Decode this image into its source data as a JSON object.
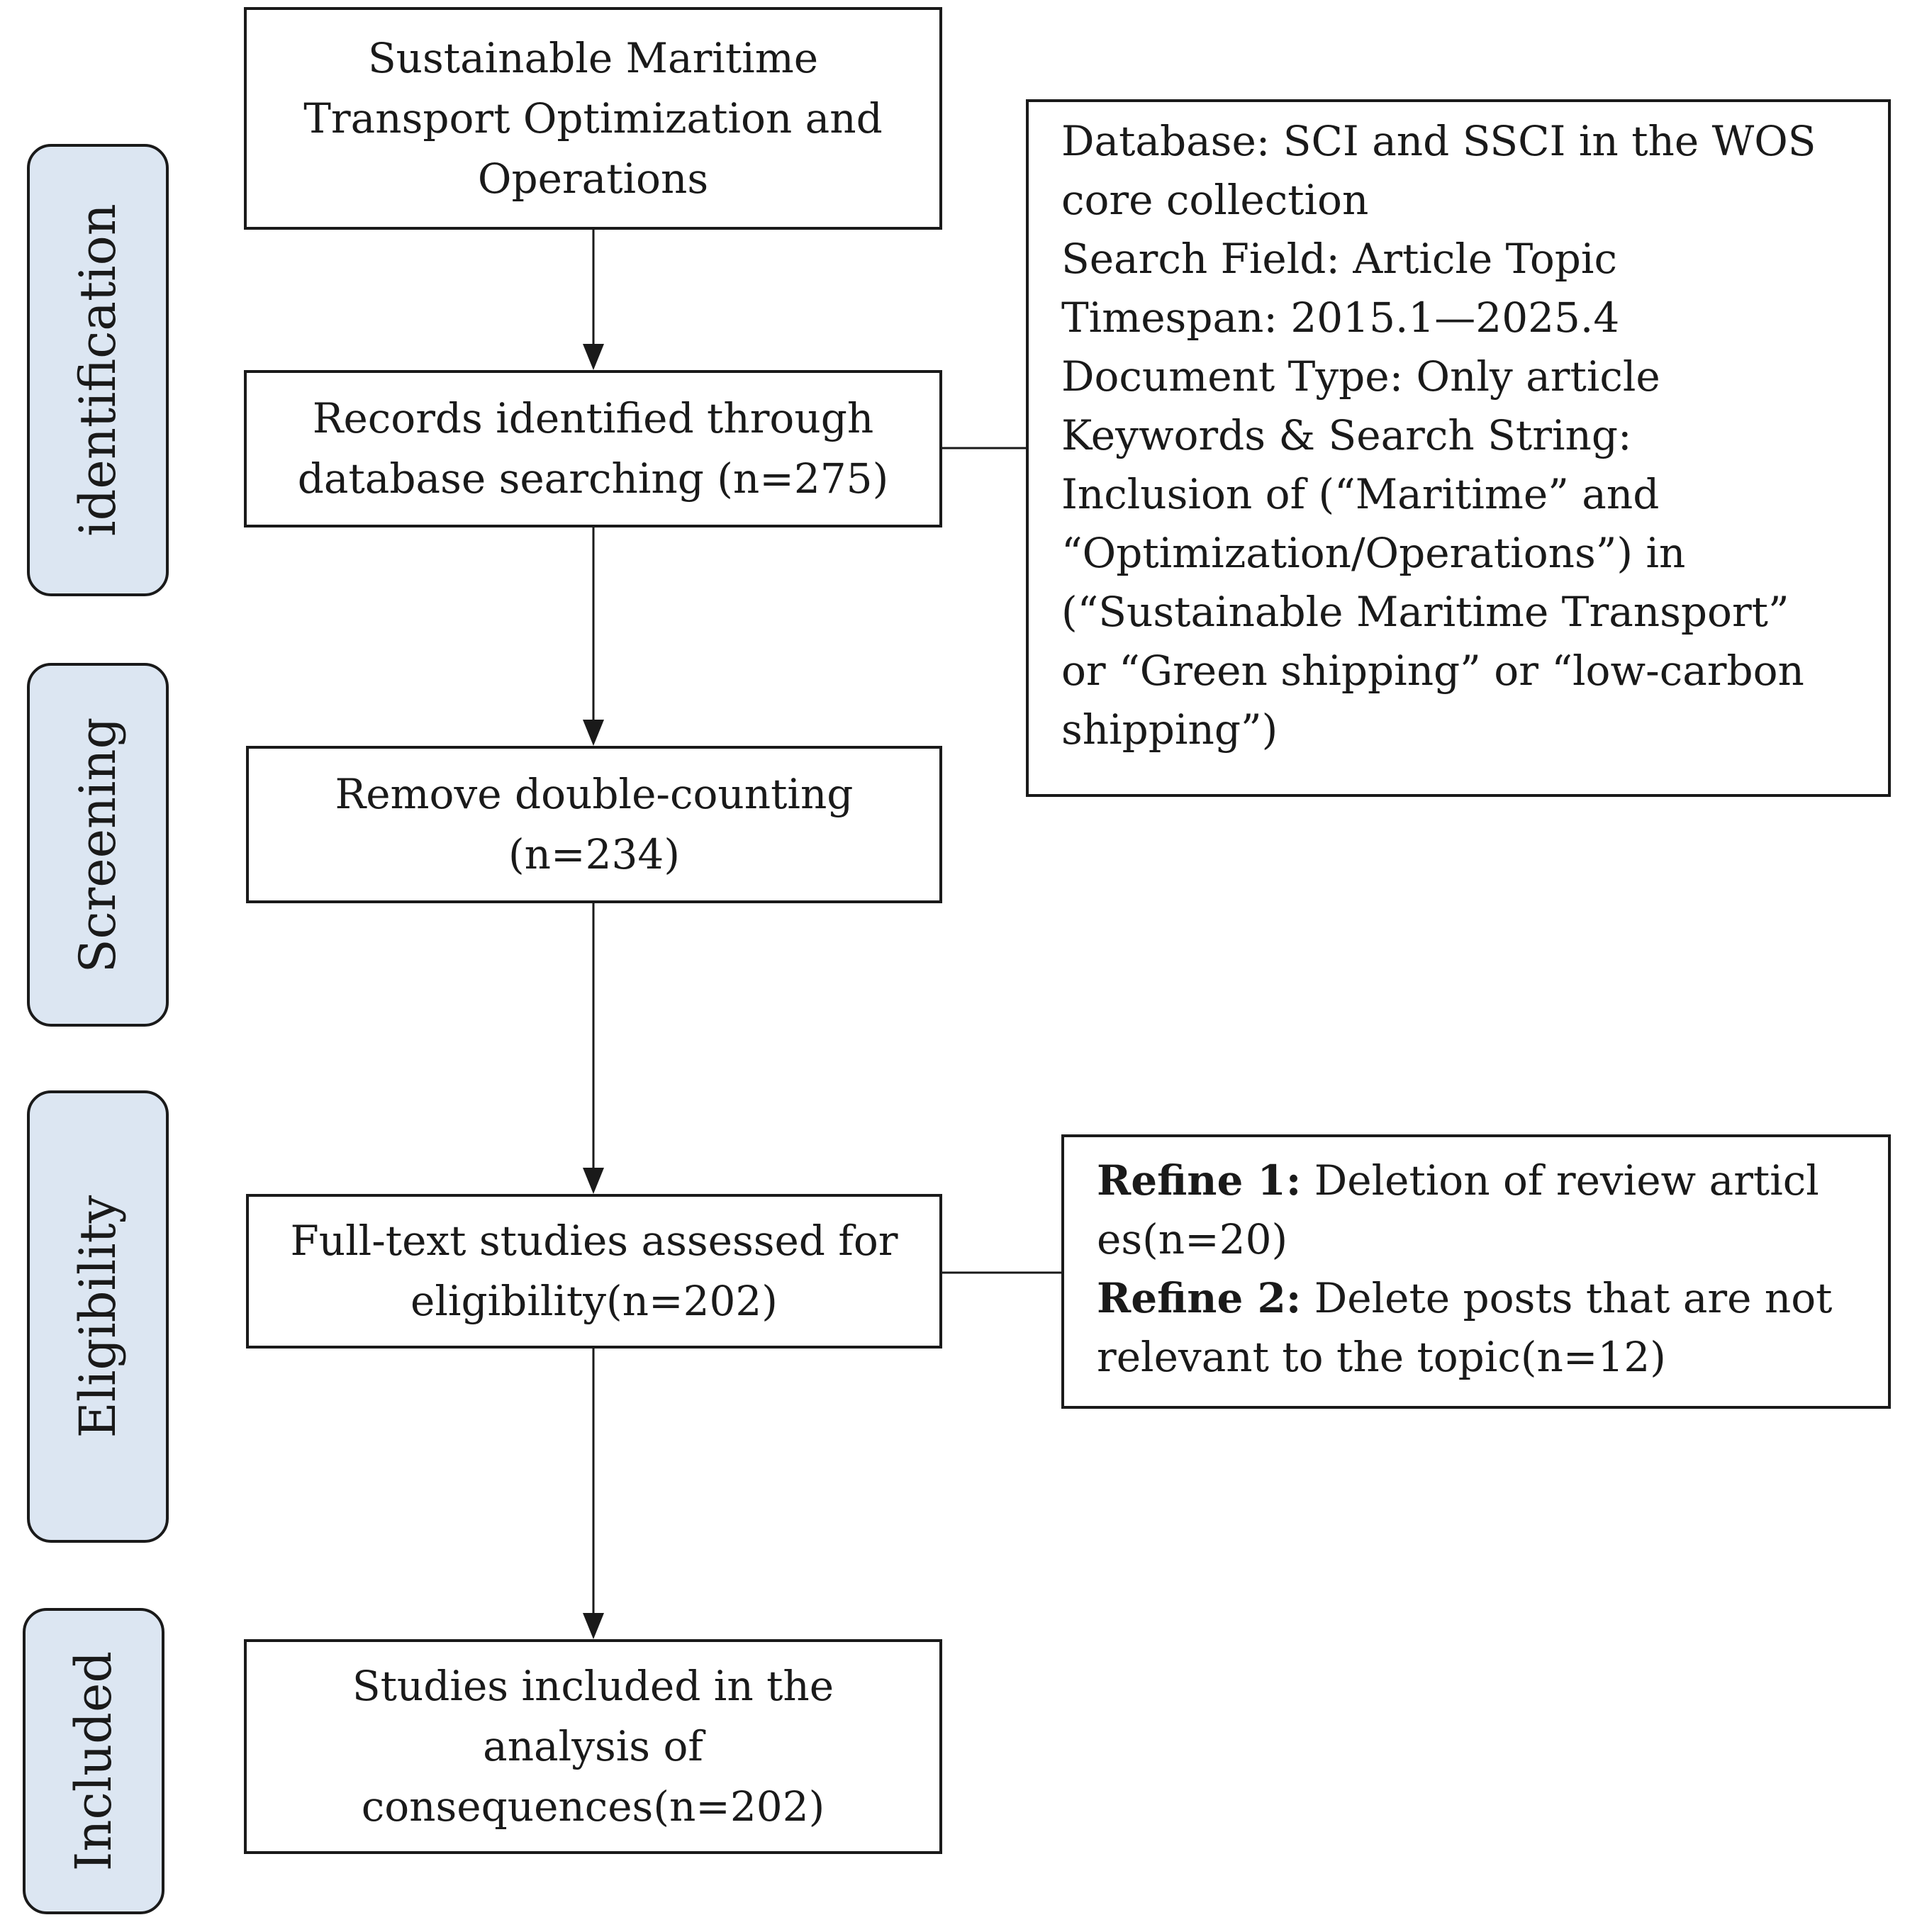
{
  "stages": [
    {
      "id": "identification",
      "label": "identification"
    },
    {
      "id": "screening",
      "label": "Screening"
    },
    {
      "id": "eligibility",
      "label": "Eligibility"
    },
    {
      "id": "included",
      "label": "Included"
    }
  ],
  "boxes": {
    "topic": "Sustainable Maritime\nTransport Optimization and\nOperations",
    "records": "Records identified through\ndatabase searching (n=275)",
    "dedup": "Remove double-counting\n(n=234)",
    "fulltext": "Full-text studies assessed for\neligibility(n=202)",
    "included": "Studies included in the\nanalysis of\nconsequences(n=202)"
  },
  "search_criteria": [
    "Database: SCI and SSCI in the WOS",
    "core collection",
    "Search Field: Article Topic",
    "Timespan: 2015.1—2025.4",
    "Document Type: Only article",
    "Keywords & Search String:",
    "Inclusion of (“Maritime” and",
    "“Optimization/Operations”) in",
    "(“Sustainable Maritime Transport”",
    "or “Green shipping” or “low-carbon",
    "shipping”)"
  ],
  "refine": {
    "r1_label": "Refine 1:",
    "r1_text": " Deletion of review articl",
    "r1_cont": "es(n=20)",
    "r2_label": "Refine 2:",
    "r2_text": " Delete posts that are not",
    "r2_cont": "relevant to the topic(n=12)"
  }
}
